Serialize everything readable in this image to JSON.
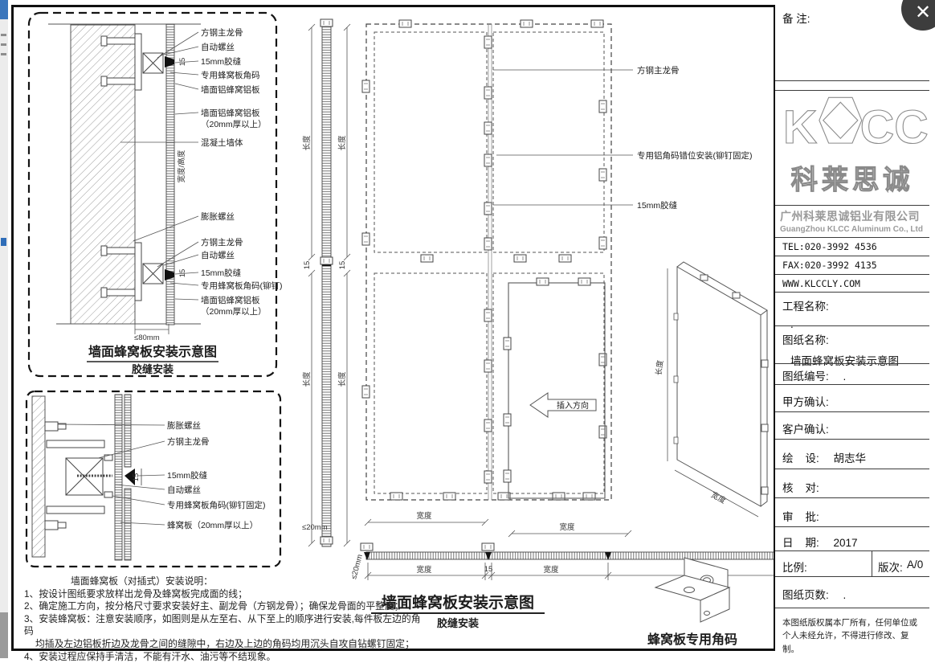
{
  "window": {
    "close_glyph": "✕"
  },
  "dims": {
    "length": "长度",
    "width": "宽度",
    "d15": "15",
    "d20": "≤20mm",
    "d80": "≤80mm",
    "wh": "宽度/高度"
  },
  "captions": {
    "detail_title": "墙面蜂窝板安装示意图",
    "detail_sub": "胶缝安装",
    "main_title": "墙面蜂窝板安装示意图",
    "main_sub": "胶缝安装",
    "bracket": "蜂窝板专用角码"
  },
  "detail1": {
    "labels": [
      "方钢主龙骨",
      "自动螺丝",
      "15mm胶缝",
      "专用蜂窝板角码",
      "墙面铝蜂窝铝板",
      "墙面铝蜂窝铝板",
      "（20mm厚以上）",
      "混凝土墙体",
      "膨胀螺丝",
      "方钢主龙骨",
      "自动螺丝",
      "15mm胶缝",
      "专用蜂窝板角码(铆钉)",
      "墙面铝蜂窝铝板",
      "（20mm厚以上）"
    ]
  },
  "detail2": {
    "labels": [
      "膨胀螺丝",
      "方钢主龙骨",
      "15mm胶缝",
      "自动螺丝",
      "专用蜂窝板角码(铆钉固定)",
      "蜂窝板（20mm厚以上）"
    ]
  },
  "elevation": {
    "labels": [
      "方钢主龙骨",
      "专用铝角码错位安装(铆钉固定)",
      "15mm胶缝"
    ],
    "arrow": "插入方向"
  },
  "instructions": {
    "heading": "墙面蜂窝板（对插式）安装说明：",
    "lines": [
      "1、按设计图纸要求放样出龙骨及蜂窝板完成面的线；",
      "2、确定施工方向，按分格尺寸要求安装好主、副龙骨（方钢龙骨）；确保龙骨面的平整度；",
      "3、安装蜂窝板：注意安装顺序，如图则是从左至右、从下至上的顺序进行安装,每件板左边的角码",
      "均插及左边铝板折边及龙骨之间的缝隙中，右边及上边的角码均用沉头自攻自钻螺钉固定；",
      "4、安装过程应保持手清洁，不能有汗水、油污等不结现象。"
    ]
  },
  "titleblock": {
    "notes_label": "备 注:",
    "logo_k": "K",
    "logo_cc": "CC",
    "logo_cn": "科莱思诚",
    "company_cn": "广州科莱思诚铝业有限公司",
    "company_en": "GuangZhou KLCC Aluminum Co., Ltd",
    "tel": "TEL:020-3992 4536",
    "fax": "FAX:020-3992 4135",
    "web": "WWW.KLCCLY.COM",
    "project_label": "工程名称:",
    "project_value": ".",
    "drawing_label": "图纸名称:",
    "drawing_value": "墙面蜂窝板安装示意图",
    "number_label": "图纸编号:",
    "number_value": ".",
    "partya_label": "甲方确认:",
    "client_label": "客户确认:",
    "draw_label": "绘    设:",
    "draw_value": "胡志华",
    "check_label": "核    对:",
    "approve_label": "审    批:",
    "date_label": "日    期:",
    "date_value": "2017",
    "scale_label": "比例:",
    "version_label": "版次:",
    "version_value": "A/0",
    "pages_label": "图纸页数:",
    "pages_value": ".",
    "copyright": "本图纸版权属本厂所有，任何单位或个人未经允许，不得进行修改、复制。"
  }
}
